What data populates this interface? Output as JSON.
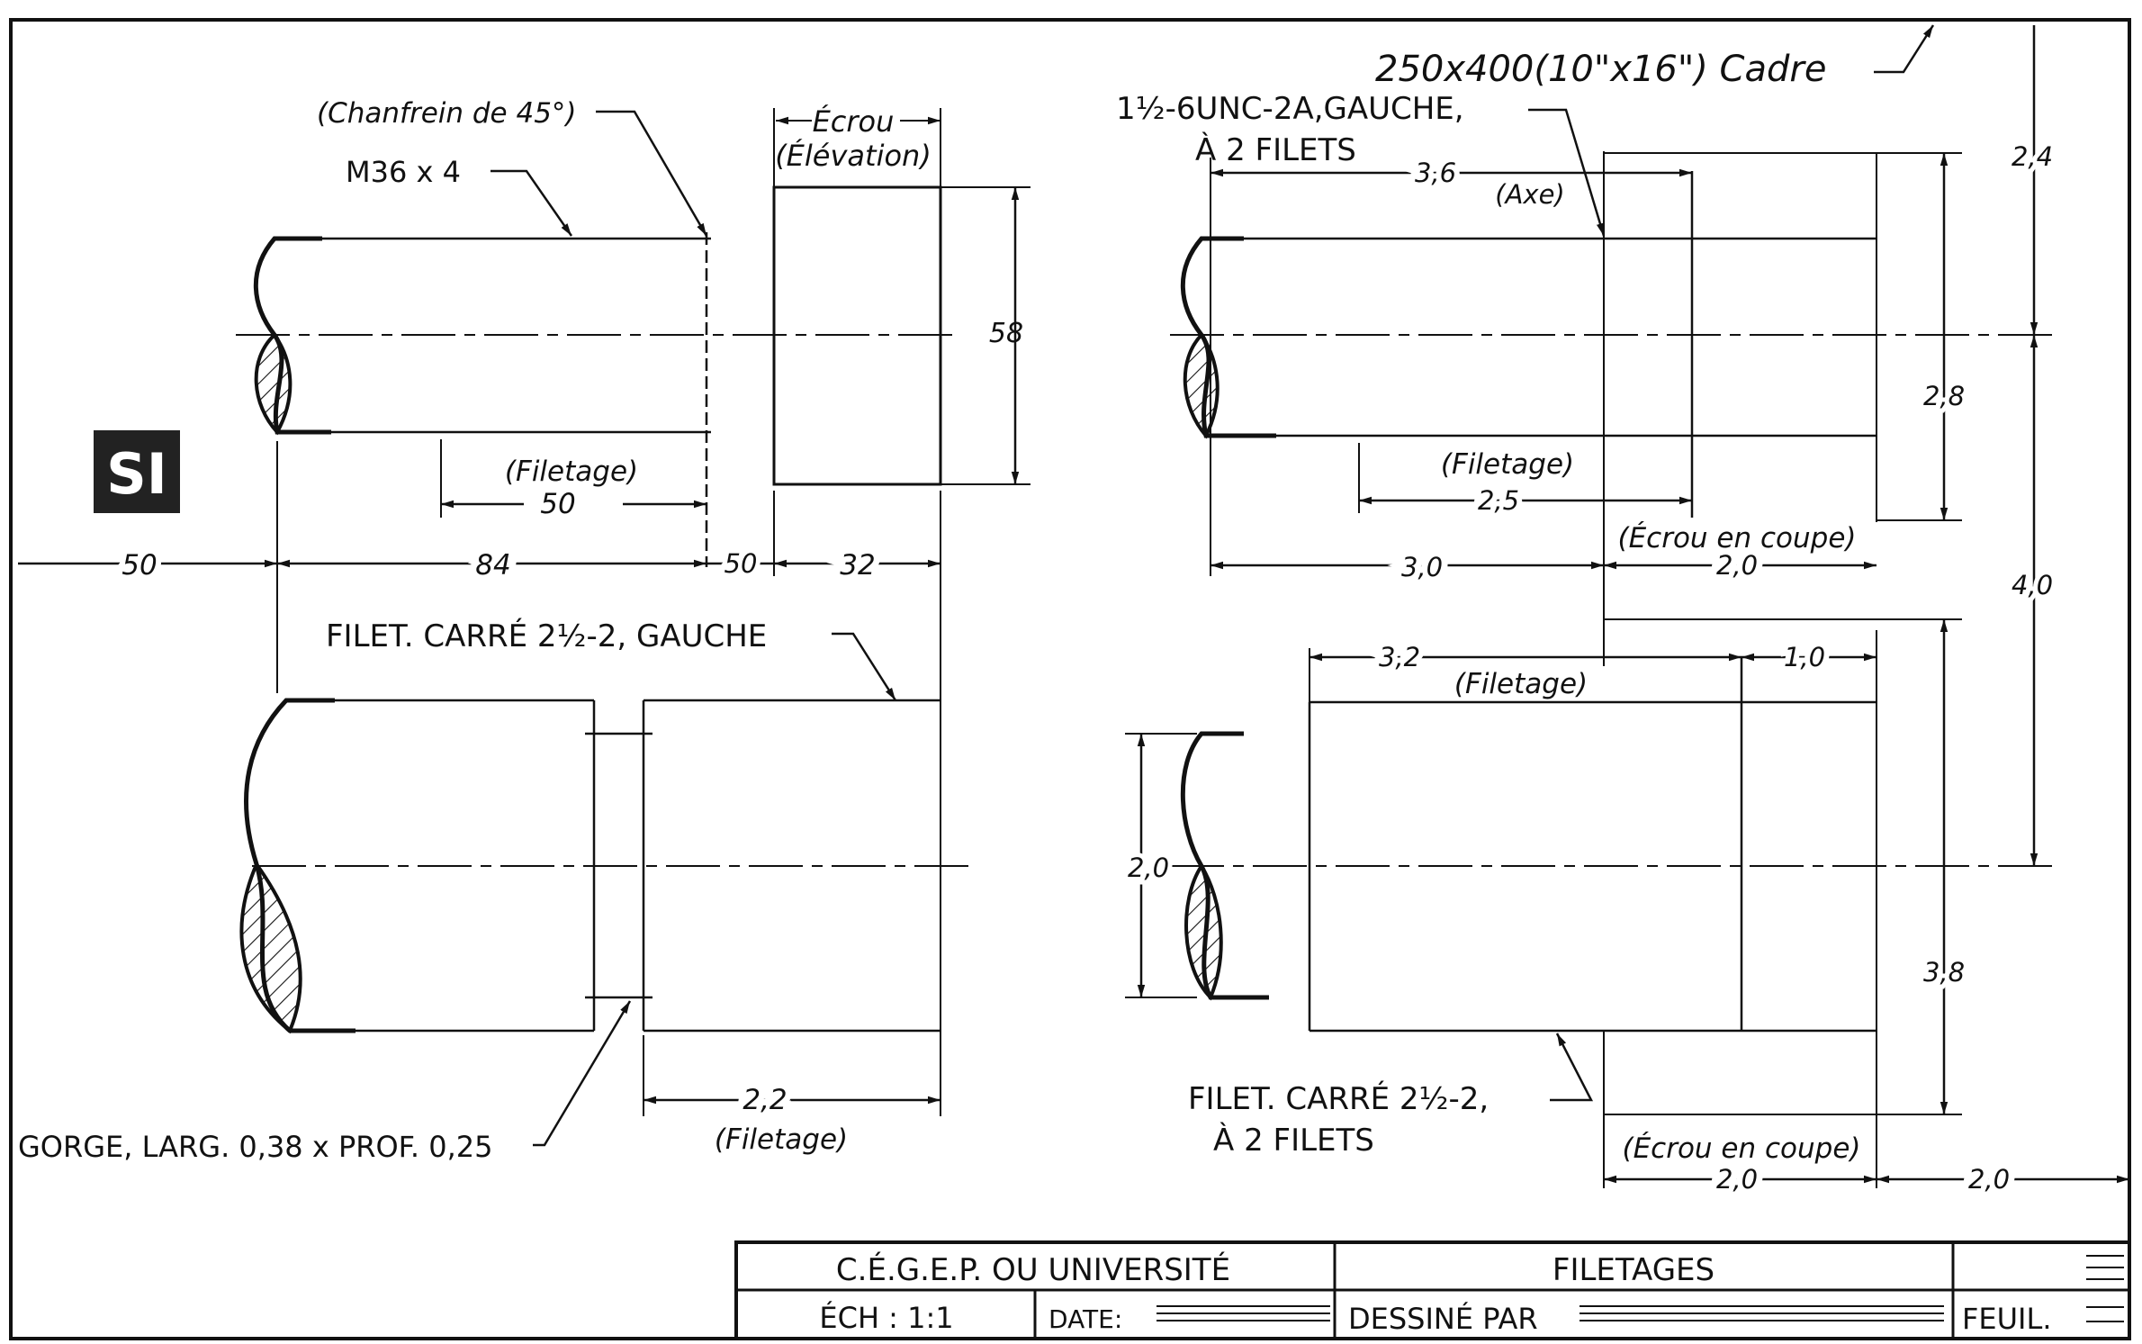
{
  "frame_note": "250x400(10\"x16\") Cadre",
  "si_badge": "SI",
  "left_top": {
    "chamfer_note": "(Chanfrein de 45°)",
    "thread_note": "M36 x 4",
    "nut_label": "Écrou",
    "nut_sub": "(Élévation)",
    "thread_length_label": "(Filetage)",
    "thread_length_value": "50",
    "nut_height": "58",
    "dim_margin": "50",
    "dim_shaft": "84",
    "dim_gap": "50",
    "dim_nut": "32"
  },
  "left_bottom": {
    "thread_note": "FILET. CARRÉ 2½-2, GAUCHE",
    "groove_note": "GORGE, LARG. 0,38 x PROF. 0,25",
    "thread_length_value": "2,2",
    "thread_length_label": "(Filetage)"
  },
  "right_top": {
    "thread_note_line1": "1½-6UNC-2A,GAUCHE,",
    "thread_note_line2": "À 2 FILETS",
    "axis_label": "(Axe)",
    "dim_axis": "3,6",
    "dim_top": "2,4",
    "dim_height": "2,8",
    "thread_length_label": "(Filetage)",
    "thread_length_value": "2,5",
    "nut_section_label": "(Écrou en coupe)",
    "dim_shaft": "3,0",
    "dim_nut": "2,0",
    "dim_between": "4,0"
  },
  "right_bottom": {
    "dim_a": "3,2",
    "dim_b": "1,0",
    "thread_length_label": "(Filetage)",
    "dim_diameter": "2,0",
    "dim_height": "3,8",
    "thread_note_line1": "FILET. CARRÉ 2½-2,",
    "thread_note_line2": "À 2 FILETS",
    "nut_section_label": "(Écrou en coupe)",
    "dim_nut": "2,0",
    "dim_margin": "2,0"
  },
  "title_block": {
    "school": "C.É.G.E.P. OU UNIVERSITÉ",
    "title": "FILETAGES",
    "scale": "ÉCH : 1:1",
    "date_label": "DATE:",
    "drawn_by": "DESSINÉ PAR",
    "sheet_label": "FEUIL."
  }
}
